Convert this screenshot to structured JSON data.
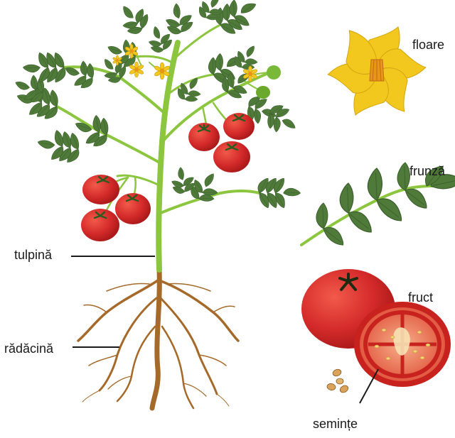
{
  "labels": {
    "floare": "floare",
    "frunza": "frunză",
    "fruct": "fruct",
    "seminte": "semințe",
    "tulpina": "tulpină",
    "radacina": "rădăcină"
  },
  "colors": {
    "stem": "#8cc63f",
    "leaf": "#4f7a3a",
    "leaf_dark": "#3a5e2a",
    "tomato": "#d42a2a",
    "tomato_dark": "#a81818",
    "tomato_inner": "#f07a5a",
    "flower": "#f2c81e",
    "flower_center": "#e8961a",
    "root": "#a56a2a",
    "seed": "#d9a35a",
    "line": "#1a1a1a"
  },
  "icons": {
    "flower": "tomato-flower-icon",
    "leaf": "compound-leaf-icon",
    "fruit": "tomato-fruit-icon",
    "seeds": "seeds-icon"
  }
}
